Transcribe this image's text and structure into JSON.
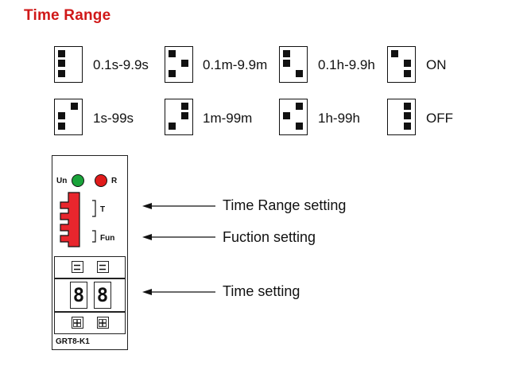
{
  "title": "Time Range",
  "dip_settings": [
    {
      "label": "0.1s-9.9s",
      "pattern": [
        "l",
        "l",
        "l"
      ]
    },
    {
      "label": "0.1m-9.9m",
      "pattern": [
        "l",
        "r",
        "l"
      ]
    },
    {
      "label": "0.1h-9.9h",
      "pattern": [
        "l",
        "l",
        "r"
      ]
    },
    {
      "label": "ON",
      "pattern": [
        "l",
        "r",
        "r"
      ]
    },
    {
      "label": "1s-99s",
      "pattern": [
        "r",
        "l",
        "l"
      ]
    },
    {
      "label": "1m-99m",
      "pattern": [
        "r",
        "r",
        "l"
      ]
    },
    {
      "label": "1h-99h",
      "pattern": [
        "r",
        "l",
        "r"
      ]
    },
    {
      "label": "OFF",
      "pattern": [
        "r",
        "r",
        "r"
      ]
    }
  ],
  "device": {
    "led_un_label": "Un",
    "led_r_label": "R",
    "led_un_color": "#1aa33a",
    "led_r_color": "#e01b1b",
    "dip_color": "#e8262d",
    "t_label": "T",
    "fun_label": "Fun",
    "digit_left": "8",
    "digit_right": "8",
    "model": "GRT8-K1"
  },
  "annotations": [
    {
      "label": "Time Range setting"
    },
    {
      "label": "Fuction setting"
    },
    {
      "label": "Time setting"
    }
  ]
}
